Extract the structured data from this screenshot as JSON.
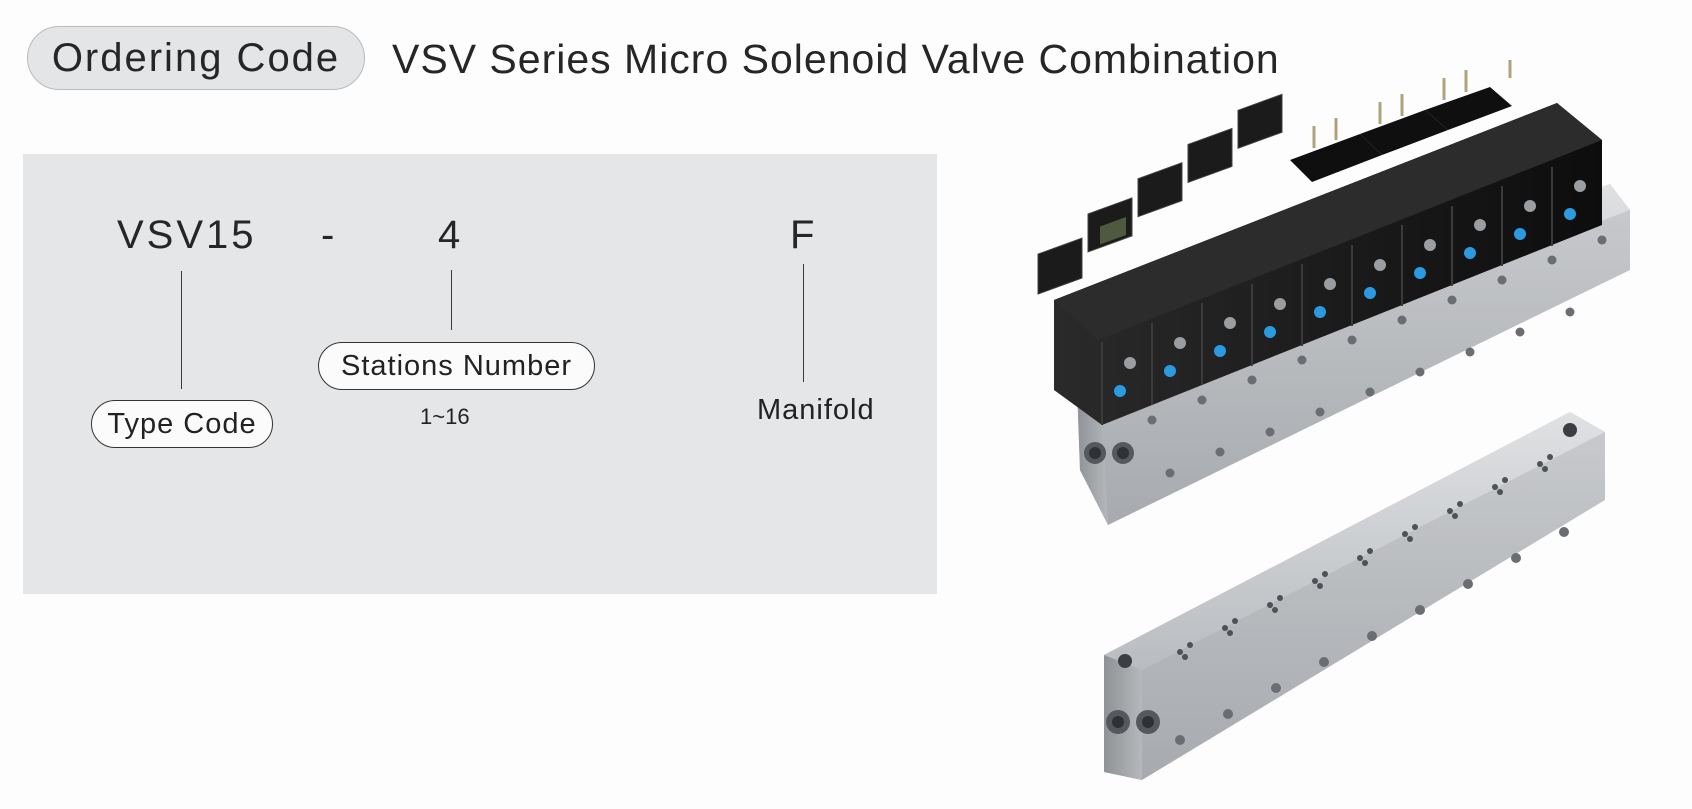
{
  "header": {
    "badge": "Ordering Code",
    "title": "VSV Series Micro Solenoid Valve Combination"
  },
  "code": {
    "type": "VSV15",
    "dash": "-",
    "stations": "4",
    "manifold": "F"
  },
  "labels": {
    "type_code": "Type Code",
    "stations_number": "Stations Number",
    "stations_range": "1~16",
    "manifold": "Manifold"
  },
  "colors": {
    "panel": "#e5e6e8",
    "badge": "#e4e5e7",
    "indicator": "#2a9be0",
    "valve_body": "#151515",
    "manifold_metal": "#c4c6c9"
  }
}
